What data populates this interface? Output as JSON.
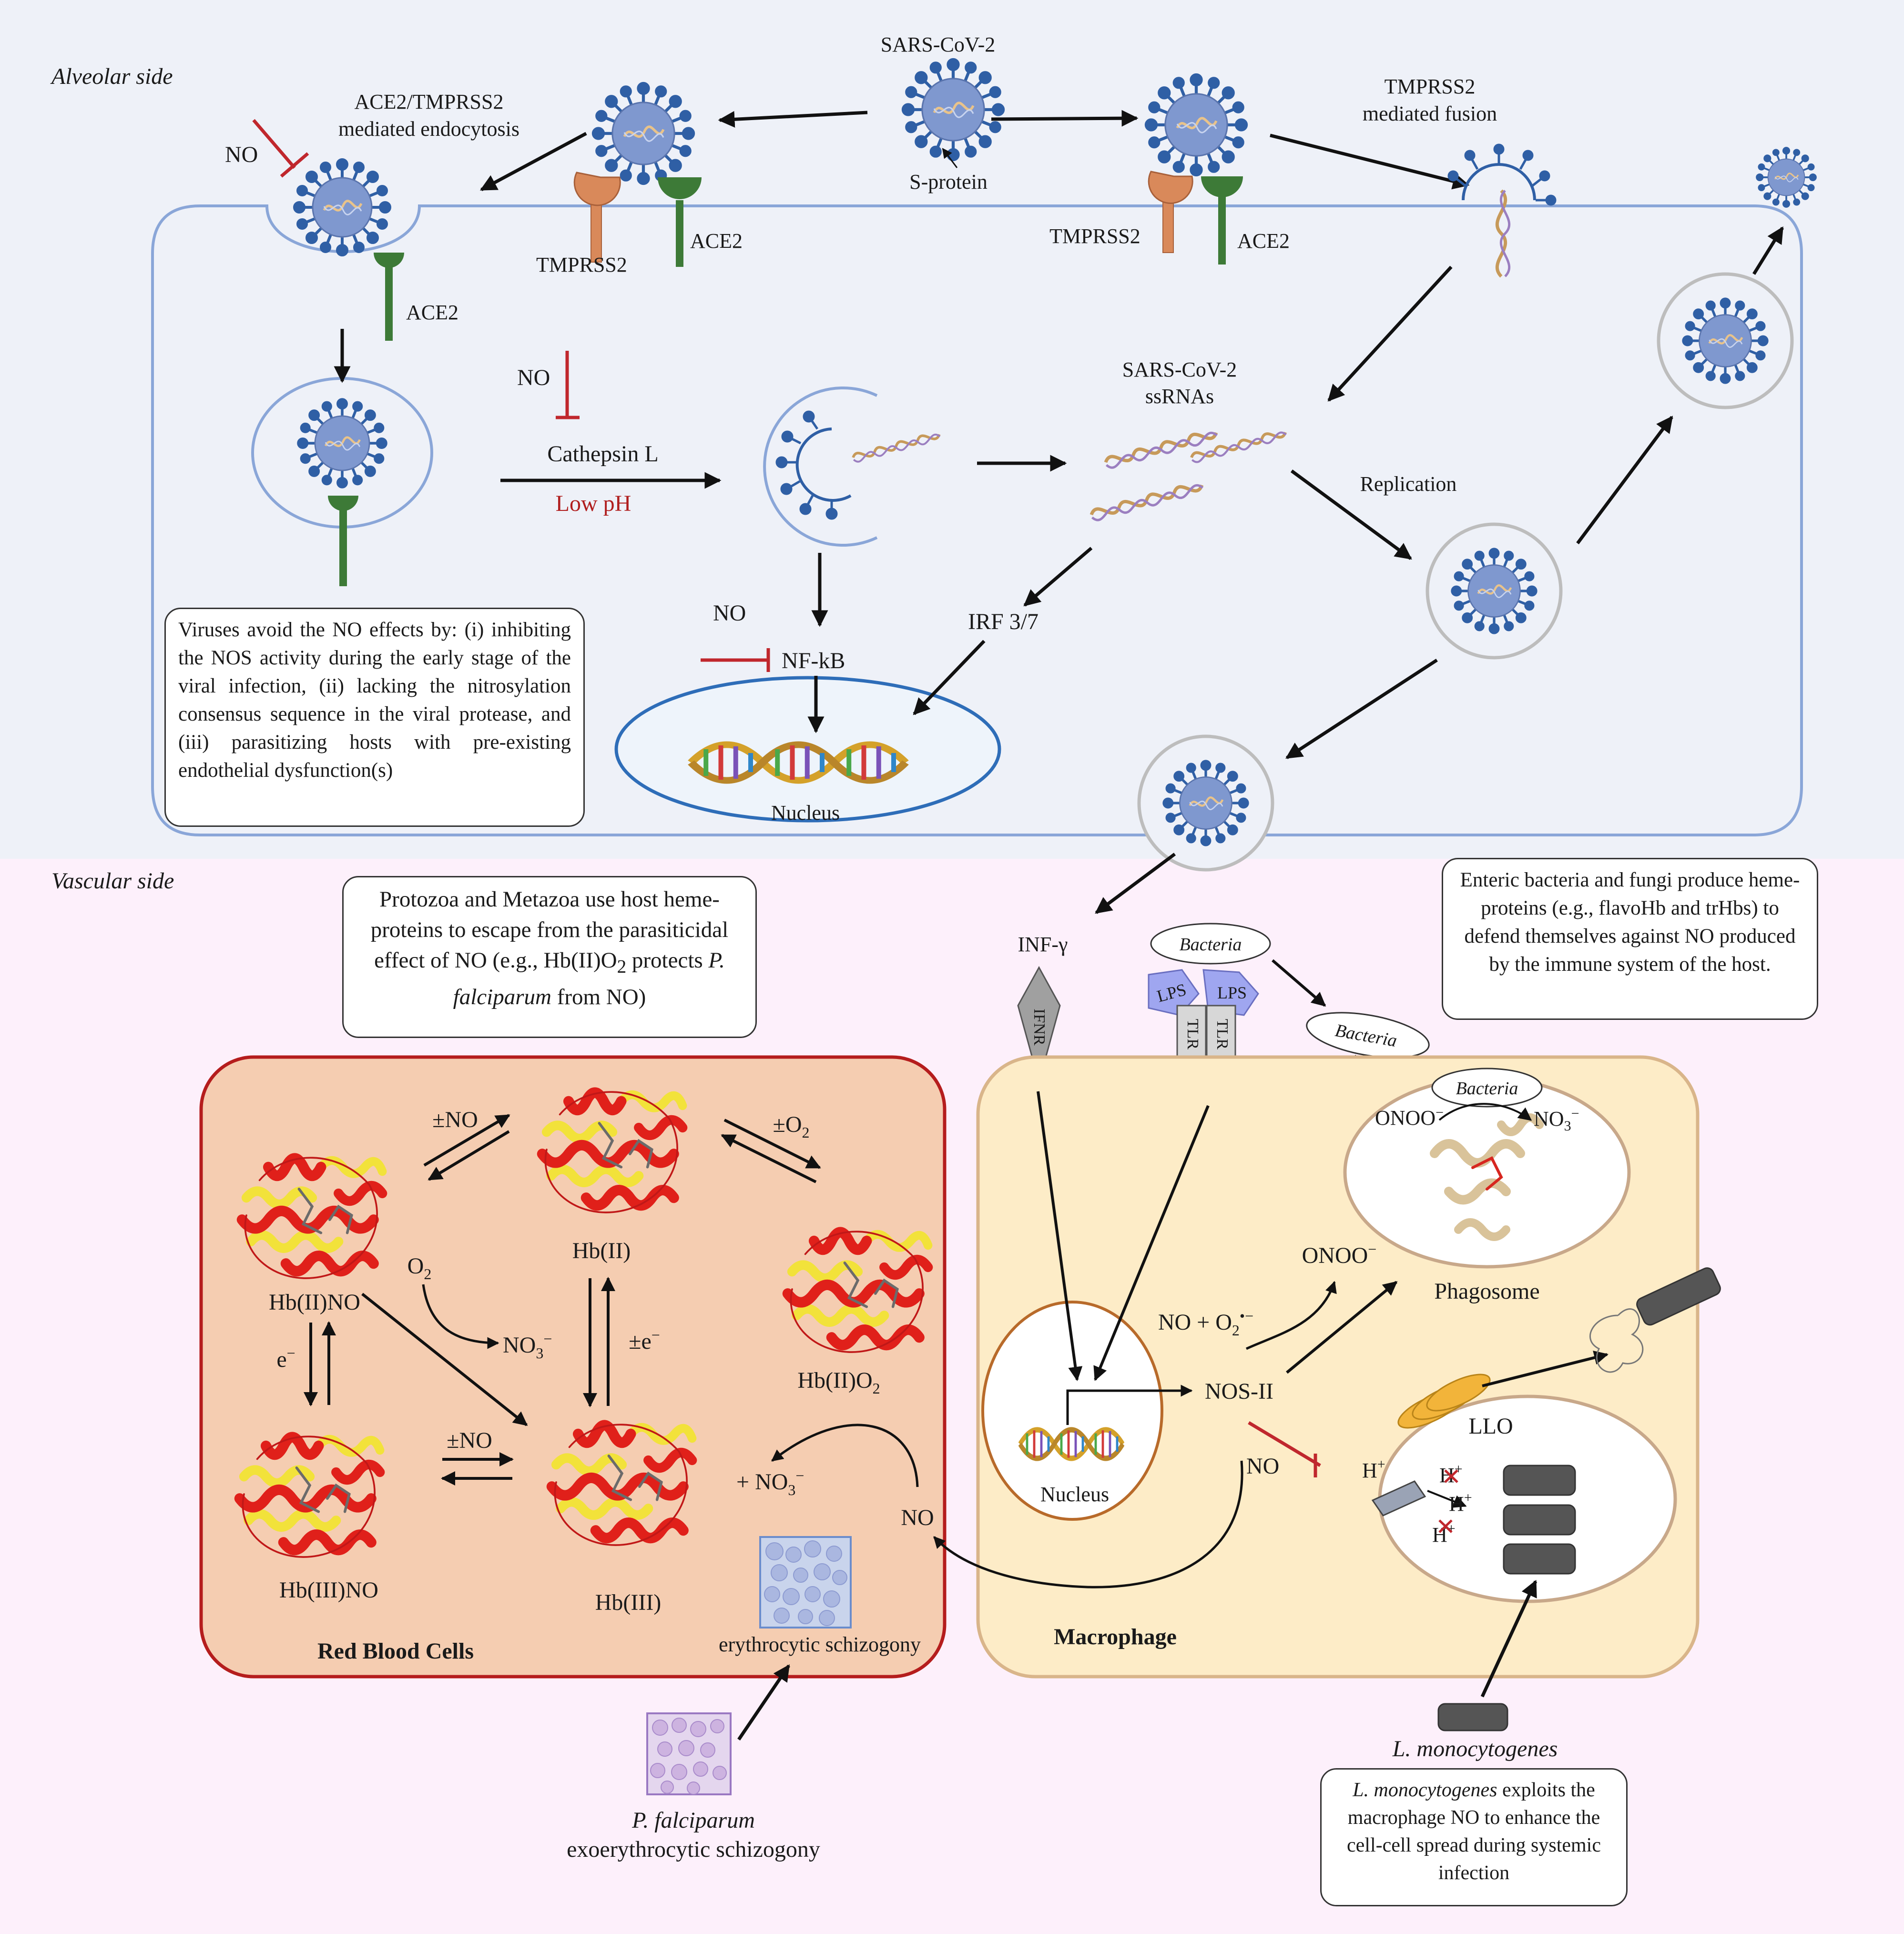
{
  "sections": {
    "alveolar": "Alveolar side",
    "vascular": "Vascular side"
  },
  "virus": {
    "name": "SARS-CoV-2",
    "s_protein": "S-protein"
  },
  "receptors": {
    "ace2": "ACE2",
    "tmprss2": "TMPRSS2"
  },
  "entry": {
    "endocytosis_line1": "ACE2/TMPRSS2",
    "endocytosis_line2": "mediated endocytosis",
    "fusion_line1": "TMPRSS2",
    "fusion_line2": "mediated fusion"
  },
  "inhibitors": {
    "no": "NO"
  },
  "endosome": {
    "cathepsin": "Cathepsin L",
    "low_ph": "Low pH"
  },
  "rna": {
    "line1": "SARS-CoV-2",
    "line2": "ssRNAs",
    "replication": "Replication"
  },
  "signaling": {
    "irf": "IRF 3/7",
    "nfkb": "NF-kB",
    "nucleus": "Nucleus"
  },
  "notes": {
    "virus_note": "Viruses avoid the NO effects by: (i) inhibiting the NOS activity during the early stage of the viral infection, (ii) lacking the nitrosylation consensus sequence in the viral protease, and (iii) parasitizing hosts with pre-existing endothelial dysfunction(s)",
    "protozoa_pre": "Protozoa and Metazoa use host heme-proteins to escape from the parasiticidal effect of NO (e.g., Hb(II)O",
    "protozoa_sub": "2",
    "protozoa_mid": " protects ",
    "protozoa_ital": "P. falciparum",
    "protozoa_post": " from NO)",
    "bacteria_note": "Enteric bacteria and fungi produce heme-proteins (e.g., flavoHb and trHbs) to defend themselves against NO produced by the immune system of the host.",
    "listeria_ital": "L. monocytogenes",
    "listeria_post": " exploits the macrophage NO to enhance the cell-cell spread during systemic infection"
  },
  "immune": {
    "inf": "INF-γ",
    "ifnr": "IFNR",
    "bacteria": "Bacteria",
    "lps": "LPS",
    "tlr": "TLR",
    "nos": "NOS-II",
    "no_plus": "NO + O",
    "o2_sub": "2",
    "o2_sup": "•−",
    "onoo": "ONOO",
    "onoo_sup": "−",
    "no3": "NO",
    "no3_sub": "3",
    "no3_sup": "−",
    "phagosome": "Phagosome",
    "llo": "LLO",
    "h_plus": "H",
    "plus": "+",
    "macrophage": "Macrophage",
    "listeria": "L. monocytogenes"
  },
  "hemoglobin": {
    "hb2no": "Hb(II)NO",
    "hb2": "Hb(II)",
    "hb2o2": "Hb(II)O",
    "o2_sub": "2",
    "hb3no": "Hb(III)NO",
    "hb3": "Hb(III)",
    "pm_no": "±NO",
    "pm_o2": "±O",
    "pm_e": "±e",
    "e_minus": "e",
    "minus": "−",
    "o2": "O",
    "no3": "NO",
    "no3_sub": "3",
    "no3_sup": "−",
    "plus_no3": "+ NO",
    "rbc": "Red Blood Cells",
    "schizogony": "erythrocytic schizogony",
    "pfalc": "P. falciparum",
    "exo": "exoerythrocytic schizogony"
  },
  "colors": {
    "alveolar_bg": "#eef1f8",
    "vascular_bg": "#fdf0fb",
    "membrane": "#8aa6d8",
    "virus": "#7f98cf",
    "spike": "#2f5fa5",
    "rbc_fill": "#f5cdb1",
    "rbc_border": "#b51d1d",
    "macro_fill": "#fdecc7",
    "macro_border": "#d9b58a",
    "inhibit": "#c0272d",
    "ace2": "#3d7a37",
    "tmprss2": "#d9895a",
    "nucleus_border": "#2e6db8"
  }
}
